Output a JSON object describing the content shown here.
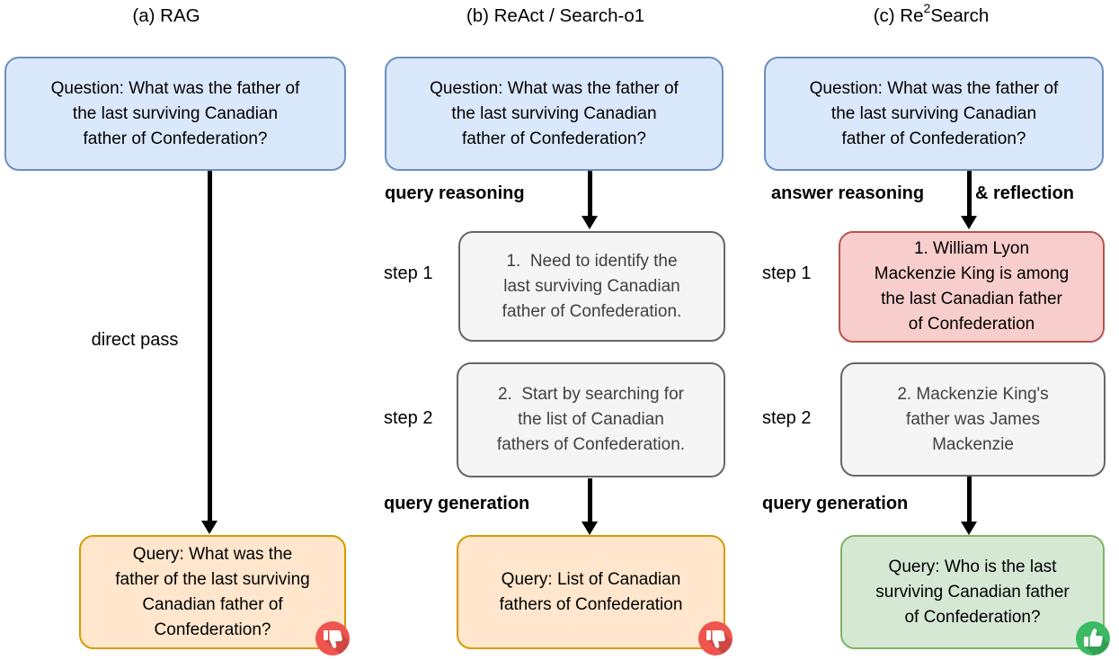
{
  "colors": {
    "question_fill": "#dae8fc",
    "question_border": "#6c8ebf",
    "step_fill": "#f5f5f5",
    "step_border": "#666666",
    "reflection_fill": "#f8cecc",
    "reflection_border": "#b85450",
    "query_bad_fill": "#ffe6cc",
    "query_bad_border": "#d79b00",
    "query_good_fill": "#d5e8d4",
    "query_good_border": "#82b366",
    "thumb_down_icon": "#f0544f",
    "thumb_up_icon": "#3cba62",
    "arrow": "#000000"
  },
  "columns": {
    "a": {
      "title": "(a) RAG",
      "question": "Question: What was the father of\nthe last surviving Canadian\nfather of Confederation?",
      "edge_label": "direct pass",
      "query": "Query: What was the\nfather of the last surviving\nCanadian father of\nConfederation?",
      "verdict_icon": "thumbs-down"
    },
    "b": {
      "title": "(b) ReAct / Search-o1",
      "question": "Question: What was the father of\nthe last surviving Canadian\nfather of Confederation?",
      "label_query_reasoning": "query reasoning",
      "step1_label": "step 1",
      "step1_text": "1.  Need to identify the\nlast surviving Canadian\nfather of Confederation.",
      "step2_label": "step 2",
      "step2_text": "2.  Start by searching for\nthe list of Canadian\nfathers of Confederation.",
      "label_query_generation": "query generation",
      "query": "Query: List of Canadian\nfathers of Confederation",
      "verdict_icon": "thumbs-down"
    },
    "c": {
      "title_prefix": "(c) Re",
      "title_sup": "2",
      "title_suffix": "Search",
      "question": "Question: What was the father of\nthe last surviving Canadian\nfather of Confederation?",
      "label_answer_reasoning": "answer reasoning",
      "label_reflection": "& reflection",
      "step1_label": "step 1",
      "step1_text": "1. William Lyon\nMackenzie King is among\nthe last Canadian father\nof Confederation",
      "step2_label": "step 2",
      "step2_text": "2. Mackenzie King's\nfather was James\nMackenzie",
      "label_query_generation": "query generation",
      "query": "Query: Who is the last\nsurviving Canadian father\nof Confederation?",
      "verdict_icon": "thumbs-up"
    }
  }
}
